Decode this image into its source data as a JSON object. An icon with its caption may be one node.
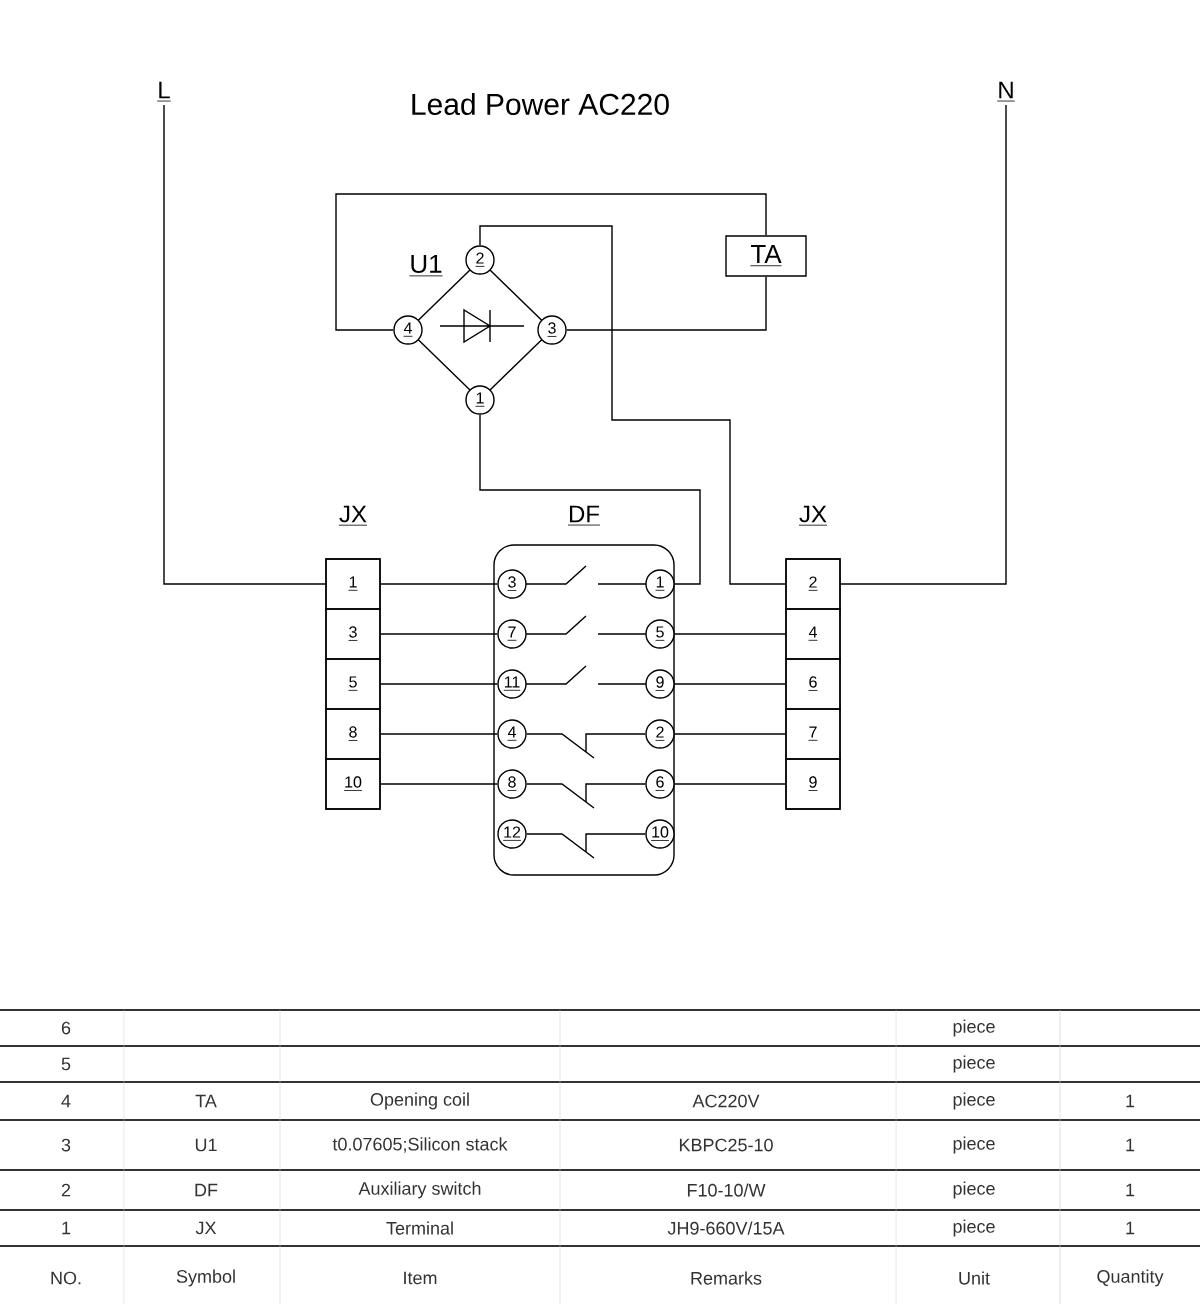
{
  "diagram": {
    "title": "Lead Power AC220",
    "nodes": [
      {
        "text": [
          "L"
        ]
      },
      {
        "text": [
          "N"
        ]
      },
      {
        "text": [
          "U1"
        ]
      },
      {
        "text": [
          "2"
        ],
        "in": 2
      },
      {
        "text": [
          "4"
        ],
        "in": 2
      },
      {
        "text": [
          "3"
        ],
        "in": 2
      },
      {
        "text": [
          "1"
        ],
        "in": 2
      },
      {
        "text": [
          "TA"
        ]
      },
      {
        "text": [
          "JX"
        ]
      },
      {
        "text": [
          "1"
        ],
        "in": 8
      },
      {
        "text": [
          "3"
        ],
        "in": 8
      },
      {
        "text": [
          "5"
        ],
        "in": 8
      },
      {
        "text": [
          "8"
        ],
        "in": 8
      },
      {
        "text": [
          "10"
        ],
        "in": 8
      },
      {
        "text": [
          "DF"
        ]
      },
      {
        "text": [
          "3"
        ],
        "in": 14
      },
      {
        "text": [
          "7"
        ],
        "in": 14
      },
      {
        "text": [
          "11"
        ],
        "in": 14
      },
      {
        "text": [
          "4"
        ],
        "in": 14
      },
      {
        "text": [
          "8"
        ],
        "in": 14
      },
      {
        "text": [
          "12"
        ],
        "in": 14
      },
      {
        "text": [
          "1"
        ],
        "in": 14
      },
      {
        "text": [
          "5"
        ],
        "in": 14
      },
      {
        "text": [
          "9"
        ],
        "in": 14
      },
      {
        "text": [
          "2"
        ],
        "in": 14
      },
      {
        "text": [
          "6"
        ],
        "in": 14
      },
      {
        "text": [
          "10"
        ],
        "in": 14
      },
      {
        "text": [
          "JX"
        ]
      },
      {
        "text": [
          "2"
        ],
        "in": 27
      },
      {
        "text": [
          "4"
        ],
        "in": 27
      },
      {
        "text": [
          "6"
        ],
        "in": 27
      },
      {
        "text": [
          "7"
        ],
        "in": 27
      },
      {
        "text": [
          "9"
        ],
        "in": 27
      }
    ],
    "edges": [
      {
        "from": 0,
        "to": 9,
        "arrow": "none"
      },
      {
        "from": 1,
        "to": 28,
        "arrow": "none"
      },
      {
        "from": 4,
        "to": 7,
        "arrow": "none"
      },
      {
        "from": 5,
        "to": 7,
        "arrow": "none"
      },
      {
        "from": 3,
        "to": 28,
        "arrow": "none"
      },
      {
        "from": 6,
        "to": 21,
        "arrow": "none"
      },
      {
        "from": 9,
        "to": 15,
        "arrow": "none"
      },
      {
        "from": 10,
        "to": 16,
        "arrow": "none"
      },
      {
        "from": 11,
        "to": 17,
        "arrow": "none"
      },
      {
        "from": 12,
        "to": 18,
        "arrow": "none"
      },
      {
        "from": 13,
        "to": 19,
        "arrow": "none"
      },
      {
        "from": 22,
        "to": 29,
        "arrow": "none"
      },
      {
        "from": 23,
        "to": 30,
        "arrow": "none"
      },
      {
        "from": 24,
        "to": 31,
        "arrow": "none"
      },
      {
        "from": 25,
        "to": 32,
        "arrow": "none"
      },
      {
        "from": 18,
        "to": 24,
        "arrow": "none"
      },
      {
        "from": 19,
        "to": 25,
        "arrow": "none"
      },
      {
        "from": 20,
        "to": 26,
        "arrow": "none"
      }
    ],
    "labels": [
      "6",
      "piece",
      "5",
      "piece",
      "4",
      "TA",
      "Opening coil",
      "AC220V",
      "piece",
      "1",
      "3",
      "U1",
      "t0.07605;Silicon stack",
      "KBPC25-10",
      "piece",
      "1",
      "2",
      "DF",
      "Auxiliary switch",
      "F10-10/W",
      "piece",
      "1",
      "1",
      "JX",
      "Terminal",
      "JH9-660V/15A",
      "piece",
      "1",
      "NO.",
      "Symbol",
      "Item",
      "Remarks",
      "Unit",
      "Quantity"
    ]
  }
}
